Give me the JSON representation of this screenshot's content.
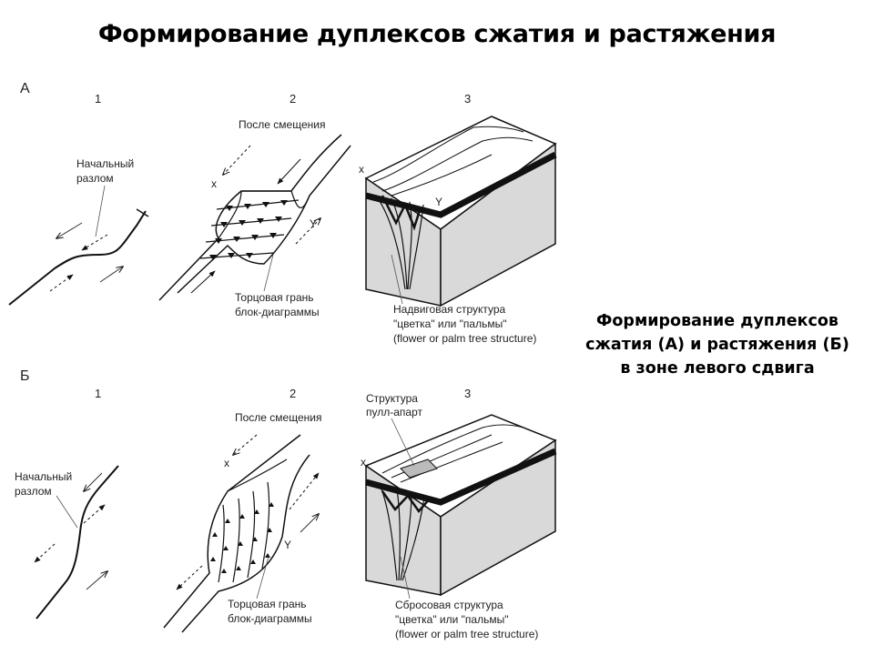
{
  "title": "Формирование дуплексов сжатия и растяжения",
  "caption": {
    "line1": "Формирование дуплексов",
    "line2": "сжатия (А) и растяжения (Б)",
    "line3": "в зоне левого сдвига"
  },
  "panel_a": {
    "letter": "А",
    "step1": "1",
    "step2": "2",
    "step3": "3",
    "initial_fault_1": "Начальный",
    "initial_fault_2": "разлом",
    "after_shift": "После смещения",
    "x_mark": "x",
    "y_mark": "Y",
    "face_1": "Торцовая грань",
    "face_2": "блок-диаграммы",
    "struct_1": "Надвиговая структура",
    "struct_2": "\"цветка\" или \"пальмы\"",
    "struct_3": "(flower or palm tree structure)"
  },
  "panel_b": {
    "letter": "Б",
    "step1": "1",
    "step2": "2",
    "step3": "3",
    "initial_fault_1": "Начальный",
    "initial_fault_2": "разлом",
    "after_shift": "После смещения",
    "x_mark": "x",
    "y_mark": "Y",
    "face_1": "Торцовая грань",
    "face_2": "блок-диаграммы",
    "pull_1": "Структура",
    "pull_2": "пулл-апарт",
    "struct_1": "Сбросовая структура",
    "struct_2": "\"цветка\" или \"пальмы\"",
    "struct_3": "(flower or palm tree structure)"
  }
}
